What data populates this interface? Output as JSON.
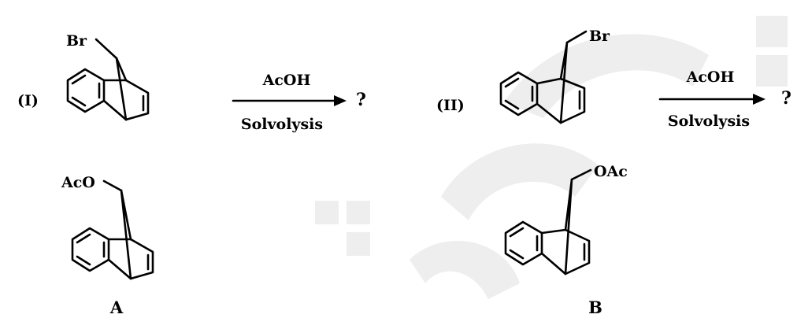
{
  "colors": {
    "ink": "#000000",
    "watermark": "#eeeeee",
    "background": "#ffffff"
  },
  "reaction_1": {
    "label": "(I)",
    "substituent": "Br",
    "reagent": "AcOH",
    "condition": "Solvolysis",
    "result": "?"
  },
  "reaction_2": {
    "label": "(II)",
    "substituent": "Br",
    "reagent": "AcOH",
    "condition": "Solvolysis",
    "result": "?"
  },
  "product_a": {
    "substituent": "AcO",
    "label": "A"
  },
  "product_b": {
    "substituent": "OAc",
    "label": "B"
  }
}
